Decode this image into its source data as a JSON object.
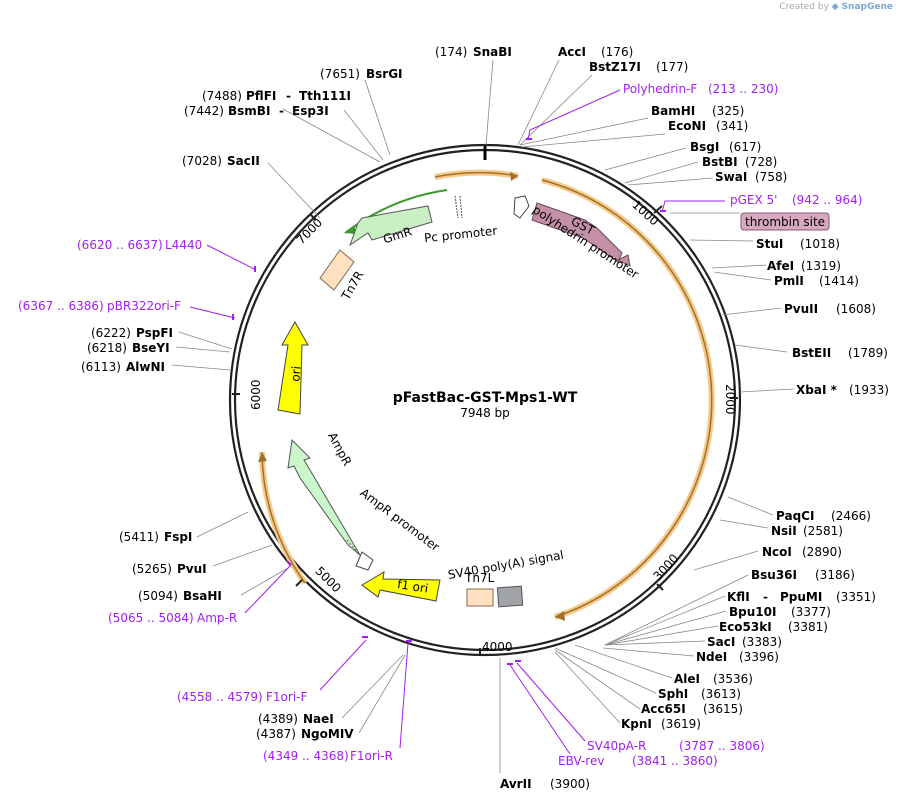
{
  "credit": {
    "prefix": "Created by",
    "brand": "SnapGene"
  },
  "plasmid": {
    "name": "pFastBac-GST-Mps1-WT",
    "size": "7948 bp",
    "length": 7948
  },
  "ticks": [
    "1000",
    "2000",
    "3000",
    "4000",
    "5000",
    "6000",
    "7000"
  ],
  "sites": [
    {
      "name": "SnaBI",
      "pos": "(174)"
    },
    {
      "name": "AccI",
      "pos": "(176)"
    },
    {
      "name": "BstZ17I",
      "pos": "(177)"
    },
    {
      "name": "BamHI",
      "pos": "(325)"
    },
    {
      "name": "EcoNI",
      "pos": "(341)"
    },
    {
      "name": "BsgI",
      "pos": "(617)"
    },
    {
      "name": "BstBI",
      "pos": "(728)"
    },
    {
      "name": "SwaI",
      "pos": "(758)"
    },
    {
      "name": "StuI",
      "pos": "(1018)"
    },
    {
      "name": "AfeI",
      "pos": "(1319)"
    },
    {
      "name": "PmlI",
      "pos": "(1414)"
    },
    {
      "name": "PvuII",
      "pos": "(1608)"
    },
    {
      "name": "BstEII",
      "pos": "(1789)"
    },
    {
      "name": "XbaI *",
      "pos": "(1933)"
    },
    {
      "name": "PaqCI",
      "pos": "(2466)"
    },
    {
      "name": "NsiI",
      "pos": "(2581)"
    },
    {
      "name": "NcoI",
      "pos": "(2890)"
    },
    {
      "name": "Bsu36I",
      "pos": "(3186)"
    },
    {
      "name": "KflI",
      "pos": "(3351)",
      "alt": "PpuMI"
    },
    {
      "name": "Bpu10I",
      "pos": "(3377)"
    },
    {
      "name": "Eco53kI",
      "pos": "(3381)"
    },
    {
      "name": "SacI",
      "pos": "(3383)"
    },
    {
      "name": "NdeI",
      "pos": "(3396)"
    },
    {
      "name": "AleI",
      "pos": "(3536)"
    },
    {
      "name": "SphI",
      "pos": "(3613)"
    },
    {
      "name": "Acc65I",
      "pos": "(3615)"
    },
    {
      "name": "KpnI",
      "pos": "(3619)"
    },
    {
      "name": "AvrII",
      "pos": "(3900)"
    },
    {
      "name": "NaeI",
      "pos": "(4389)"
    },
    {
      "name": "NgoMIV",
      "pos": "(4387)"
    },
    {
      "name": "BsaHI",
      "pos": "(5094)"
    },
    {
      "name": "PvuI",
      "pos": "(5265)"
    },
    {
      "name": "FspI",
      "pos": "(5411)"
    },
    {
      "name": "AlwNI",
      "pos": "(6113)"
    },
    {
      "name": "BseYI",
      "pos": "(6218)"
    },
    {
      "name": "PspFI",
      "pos": "(6222)"
    },
    {
      "name": "SacII",
      "pos": "(7028)"
    },
    {
      "name": "BsmBI",
      "pos": "(7442)",
      "alt": "Esp3I"
    },
    {
      "name": "PflFI",
      "pos": "(7488)",
      "alt": "Tth111I"
    },
    {
      "name": "BsrGI",
      "pos": "(7651)"
    }
  ],
  "primers": [
    {
      "name": "Polyhedrin-F",
      "range": "(213 .. 230)"
    },
    {
      "name": "pGEX 5'",
      "range": "(942 .. 964)"
    },
    {
      "name": "SV40pA-R",
      "range": "(3787 .. 3806)"
    },
    {
      "name": "EBV-rev",
      "range": "(3841 .. 3860)"
    },
    {
      "name": "F1ori-R",
      "range": "(4349 .. 4368)"
    },
    {
      "name": "F1ori-F",
      "range": "(4558 .. 4579)"
    },
    {
      "name": "Amp-R",
      "range": "(5065 .. 5084)"
    },
    {
      "name": "pBR322ori-F",
      "range": "(6367 .. 6386)"
    },
    {
      "name": "L4440",
      "range": "(6620 .. 6637)"
    }
  ],
  "features": {
    "thrombin": "thrombin site",
    "gst": "GST",
    "polyhedrin_promoter": "polyhedrin promoter",
    "pc_promoter": "Pc promoter",
    "gmr": "GmR",
    "tn7r": "Tn7R",
    "ori": "ori",
    "ampr": "AmpR",
    "ampr_promoter": "AmpR promoter",
    "f1ori": "f1 ori",
    "tn7l": "Tn7L",
    "sv40": "SV40 poly(A) signal"
  },
  "colors": {
    "backbone": "#222222",
    "primer": "#a020f0",
    "orf_highlight": "#f5a623",
    "gst": "#c490a8",
    "gmr": "#c9f0c2",
    "ori": "#ffff00",
    "ampr": "#c9f7c9",
    "f1ori": "#ffff00",
    "tn7": "#ffe0c0",
    "tn7l_gray": "#a0a4a8",
    "thrombin_box": "#d8a8c0"
  }
}
